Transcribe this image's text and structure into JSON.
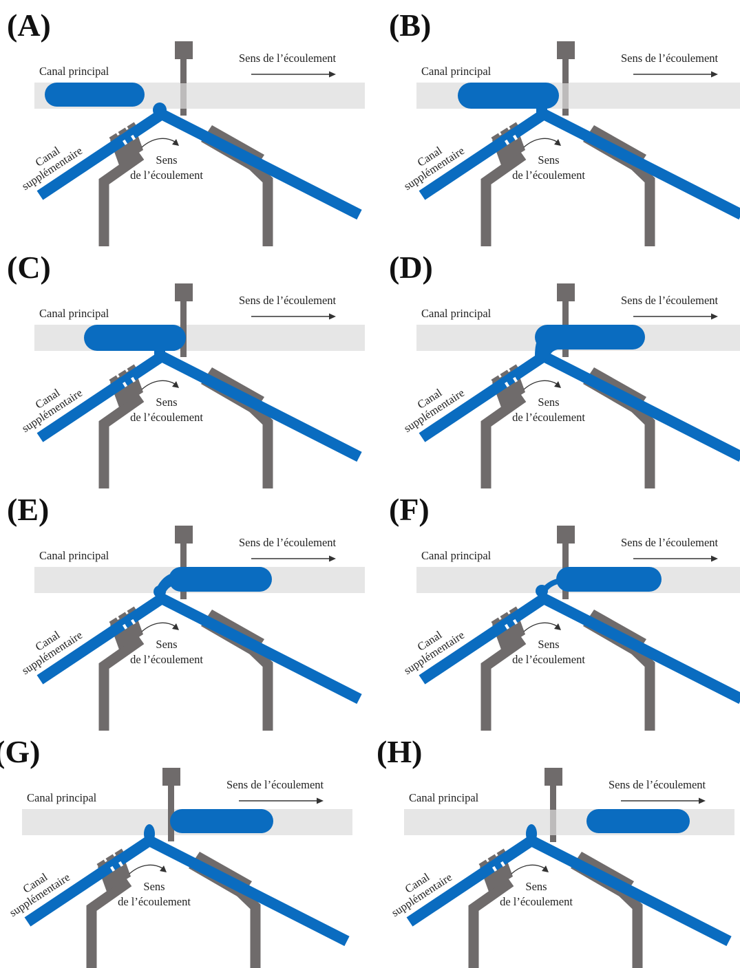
{
  "colors": {
    "blue": "#0a6cc0",
    "gray": "#6f6b6b",
    "channel": "#e6e6e6",
    "text": "#222222"
  },
  "labels": {
    "main_channel": "Canal principal",
    "flow_direction": "Sens de l’écoulement",
    "side_channel_line1": "Canal",
    "side_channel_line2": "supplémentaire",
    "side_flow_line1": "Sens",
    "side_flow_line2": "de l’écoulement"
  },
  "panels": [
    {
      "id": "A",
      "label": "(A)",
      "state": "droplet-approaching"
    },
    {
      "id": "B",
      "label": "(B)",
      "state": "droplet-contacts-junction"
    },
    {
      "id": "C",
      "label": "(C)",
      "state": "droplet-centered-on-junction"
    },
    {
      "id": "D",
      "label": "(D)",
      "state": "droplet-merging-with-side-flow"
    },
    {
      "id": "E",
      "label": "(E)",
      "state": "droplet-passing-gate"
    },
    {
      "id": "F",
      "label": "(F)",
      "state": "neck-thinning"
    },
    {
      "id": "G",
      "label": "(G)",
      "state": "droplet-detached"
    },
    {
      "id": "H",
      "label": "(H)",
      "state": "droplet-moving-downstream"
    }
  ]
}
